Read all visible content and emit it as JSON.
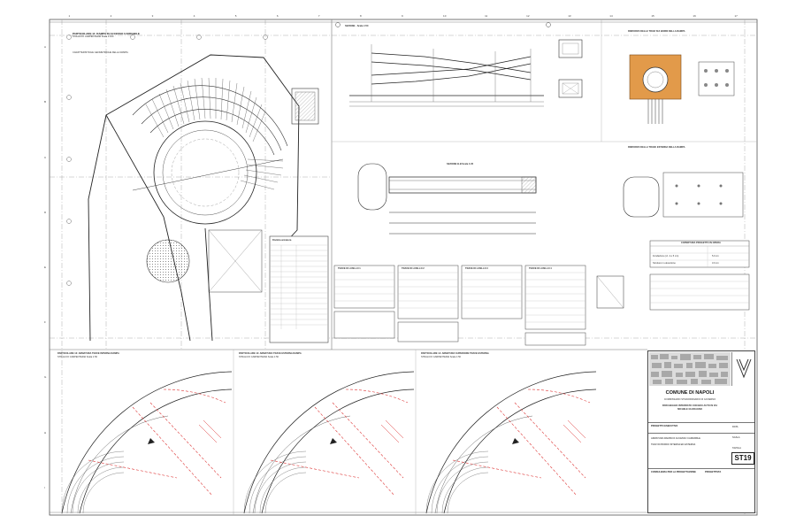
{
  "sheet": {
    "code": "ST19",
    "frame_numbers_top": [
      "1",
      "2",
      "3",
      "4",
      "5",
      "6",
      "7",
      "8",
      "9",
      "10",
      "11",
      "12",
      "13",
      "14",
      "15",
      "16",
      "17"
    ],
    "frame_letters_side": [
      "A",
      "B",
      "C",
      "D",
      "E",
      "F",
      "G",
      "H",
      "I"
    ]
  },
  "titlebox": {
    "city": "COMUNE DI NAPOLI",
    "subtitle_1": "COMMISSARIO STRAORDINARIO DI GOVERNO",
    "subtitle_2": "PARCHEGGIO INTERRATO CON BOX AUTO IN VIA",
    "subtitle_3": "MICHELE GUADAGNO",
    "phase": "PROGETTO ESECUTIVO",
    "desc_1": "ARMATURA RAMPA DI ACCESSO CARRABILE",
    "desc_2": "TRAVI DI BORDO INTERNA ED ESTERNA",
    "scale_label": "SCALA",
    "date_label": "DATA",
    "sheet_label": "TAVOLA",
    "designer": "CONSULENZA PER LA PROGETTAZIONE",
    "designer_2": "PROGETTISTA"
  },
  "drawings": {
    "plan_title": "PARTICOLARE 11: RAMPA DI ACCESSO CARRABILE",
    "plan_sub": "STRALCIO CARPENTERIA Scala 1:100",
    "plan_note": "CARATTERISTICHE GEOMETRICHE DELLA RAMPA:",
    "section_title": "SEZIONE - Scala 1:50",
    "detail_title": "SEZIONE B-B Scala 1:20",
    "beam_title_1": "RINFORZO DELLE TRAVI SUI BORDI DELLA RAMPA",
    "beam_title_2": "RINFORZO DELLA TRAVE ESTERNA DELLA RAMPA",
    "bottom_title_1": "PARTICOLARE 12: ARMATURA TRAVE INTERNA RAMPA",
    "bottom_title_2": "PARTICOLARE 13: ARMATURA TRAVE ESTERNA RAMPA",
    "bottom_title_3": "PARTICOLARE 14: ARMATURA SUPERIORE TRAVE ESTERNA",
    "bottom_sub": "STRALCIO CARPENTERIA Scala 1:50"
  },
  "tables": {
    "main_table_title": "Distinta armatura",
    "t1": "TRAVE DI LIVELLO 1",
    "t2": "TRAVE DI LIVELLO 2",
    "t3": "TRAVE DI LIVELLO 3",
    "t4": "TRAVE DI LIVELLO 4",
    "mat_title": "COPERTURA PROGETTO IN OPERA",
    "mat_r1": "Fondazione (cl. 4 e 5 cm)",
    "mat_r2": "Strutture in elevazione",
    "mat_v1": "5.0 cm",
    "mat_v2": "3.0 cm"
  }
}
